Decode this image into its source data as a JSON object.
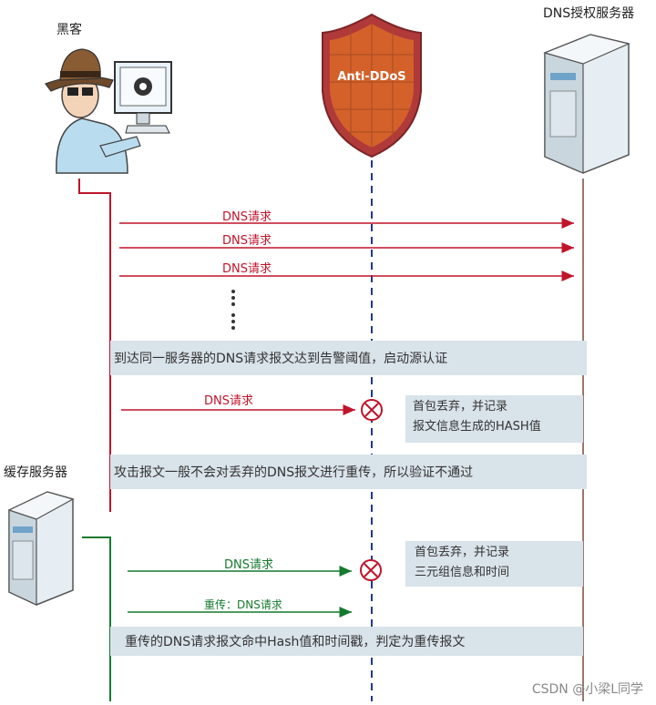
{
  "actors": {
    "hacker_label": "黑客",
    "dns_server_label": "DNS授权服务器",
    "cache_server_label": "缓存服务器",
    "shield_label": "Anti-DDoS"
  },
  "arrows": {
    "req1": "DNS请求",
    "req2": "DNS请求",
    "req3": "DNS请求",
    "req4": "DNS请求",
    "req5": "DNS请求",
    "req6": "重传：DNS请求"
  },
  "bands": {
    "b1": "到达同一服务器的DNS请求报文达到告警阈值，启动源认证",
    "b2": "攻击报文一般不会对丢弃的DNS报文进行重传，所以验证不通过",
    "b3": "重传的DNS请求报文命中Hash值和时间戳，判定为重传报文"
  },
  "notes": {
    "n1_line1": "首包丢弃，并记录",
    "n1_line2": "报文信息生成的HASH值",
    "n2_line1": "首包丢弃，并记录",
    "n2_line2": "三元组信息和时间"
  },
  "watermark": "CSDN @小梁L同学",
  "colors": {
    "red": "#c0142a",
    "green": "#157a2e",
    "band": "#d9e3ea",
    "shield": "#d4612a",
    "shield_border": "#b0393a"
  }
}
